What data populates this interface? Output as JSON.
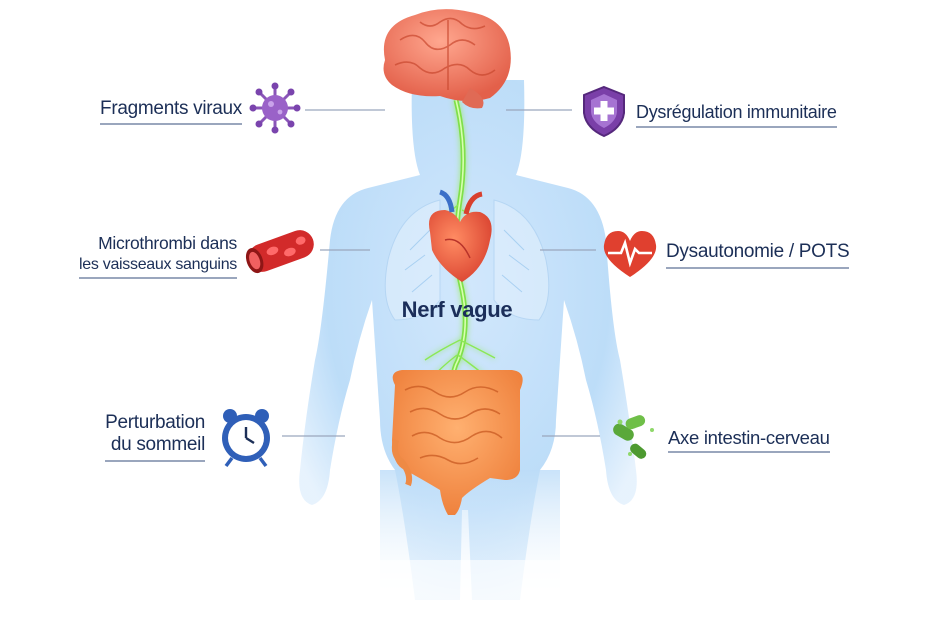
{
  "center_label": "Nerf vague",
  "left_labels": [
    {
      "id": "viral",
      "lines": [
        "Fragments viraux"
      ],
      "icon": "virus-icon"
    },
    {
      "id": "microthrombi",
      "lines": [
        "Microthrombi dans",
        "les vaisseaux sanguins"
      ],
      "icon": "blood-vessel-icon"
    },
    {
      "id": "sleep",
      "lines": [
        "Perturbation",
        "du sommeil"
      ],
      "icon": "alarm-clock-icon"
    }
  ],
  "right_labels": [
    {
      "id": "immune",
      "lines": [
        "Dysrégulation immunitaire"
      ],
      "icon": "shield-cross-icon"
    },
    {
      "id": "dysautonomia",
      "lines": [
        "Dysautonomie / POTS"
      ],
      "icon": "heart-pulse-icon"
    },
    {
      "id": "gut",
      "lines": [
        "Axe intestin-cerveau"
      ],
      "icon": "bacteria-icon"
    }
  ],
  "colors": {
    "text": "#1c2f57",
    "body": "#cfe5fb",
    "nerve": "#7fe04a",
    "brain": "#f07860",
    "gut": "#f08b45",
    "heart": "#e8503a",
    "virus": "#8a55b8",
    "shield": "#7a3fa8",
    "clock": "#2f5fb8",
    "bacteria": "#5aa83a"
  }
}
